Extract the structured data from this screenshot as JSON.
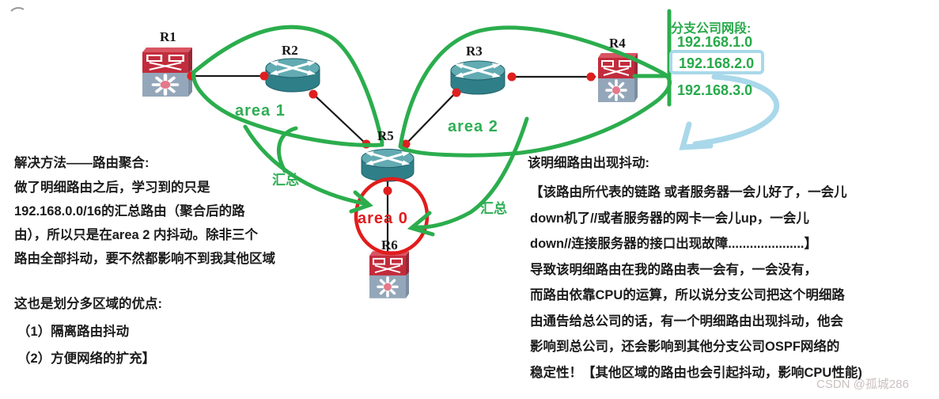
{
  "colors": {
    "pen_green": "#2bad4d",
    "text_green": "#27a94a",
    "red": "#e01d1d",
    "light_blue": "#a9d8ea",
    "ink": "#1c1c1c",
    "router_teal": "#2f7f89",
    "switch_red": "#c22c3c",
    "switch_gray": "#94a7ba",
    "watermark_gray": "#cbbfbf"
  },
  "diagram": {
    "nodes": [
      {
        "id": "R1",
        "label": "R1",
        "type": "multilayer-switch"
      },
      {
        "id": "R2",
        "label": "R2",
        "type": "router"
      },
      {
        "id": "R3",
        "label": "R3",
        "type": "router"
      },
      {
        "id": "R4",
        "label": "R4",
        "type": "multilayer-switch"
      },
      {
        "id": "R5",
        "label": "R5",
        "type": "router"
      },
      {
        "id": "R6",
        "label": "R6",
        "type": "multilayer-switch"
      }
    ],
    "areas": [
      {
        "label": "area 1"
      },
      {
        "label": "area 2"
      },
      {
        "label": "area 0"
      }
    ],
    "summary_left": "汇总",
    "summary_right": "汇总"
  },
  "branch": {
    "title": "分支公司网段:",
    "segments": [
      "192.168.1.0",
      "192.168.2.0",
      "192.168.3.0"
    ],
    "highlighted": "192.168.2.0"
  },
  "left_block": {
    "title": "解决方法——路由聚合:",
    "lines": [
      "做了明细路由之后，学习到的只是",
      "192.168.0.0/16的汇总路由（聚合后的路",
      "由），所以只是在area 2 内抖动。除非三个",
      "路由全部抖动，要不然都影响不到我其他区域"
    ],
    "benefits_title": "这也是划分多区域的优点:",
    "benefits": [
      "（1）隔离路由抖动",
      "（2）方便网络的扩充】"
    ]
  },
  "right_block": {
    "title": "该明细路由出现抖动:",
    "lines": [
      "【该路由所代表的链路 或者服务器一会儿好了，一会儿",
      "down机了//或者服务器的网卡一会儿up，一会儿",
      "down//连接服务器的接口出现故障.....................】",
      "导致该明细路由在我的路由表一会有，一会没有，",
      "而路由依靠CPU的运算，所以说分支公司把这个明细路",
      "由通告给总公司的话，有一个明细路由出现抖动，他会",
      "影响到总公司，还会影响到其他分支公司OSPF网络的",
      "稳定性！【其他区域的路由也会引起抖动，影响CPU性能)"
    ]
  },
  "watermark": "CSDN @孤城286"
}
